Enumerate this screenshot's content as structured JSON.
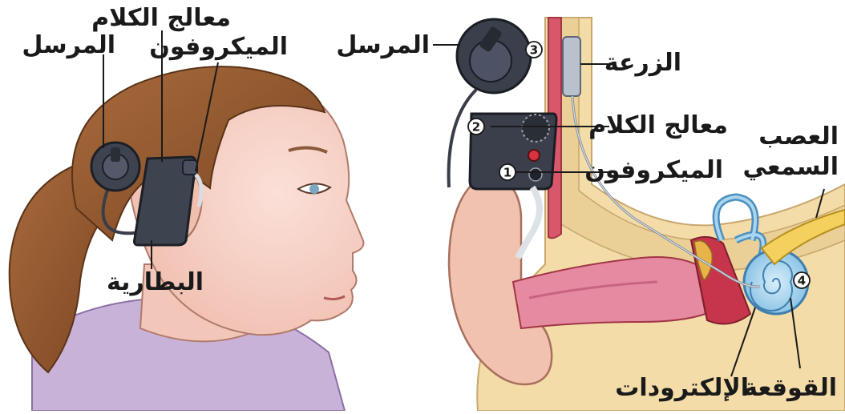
{
  "left_panel": {
    "transmitter": "المرسل",
    "speech_processor": "معالج الكلام",
    "microphone": "الميكروفون",
    "battery": "البطارية"
  },
  "right_panel": {
    "transmitter": "المرسل",
    "implant": "الزرعة",
    "speech_processor": "معالج الكلام",
    "microphone": "الميكروفون",
    "auditory_nerve_line1": "العصب",
    "auditory_nerve_line2": "السمعي",
    "electrodes": "الإلكترودات",
    "cochlea": "القوقعة",
    "markers": [
      "1",
      "2",
      "3",
      "4"
    ]
  }
}
